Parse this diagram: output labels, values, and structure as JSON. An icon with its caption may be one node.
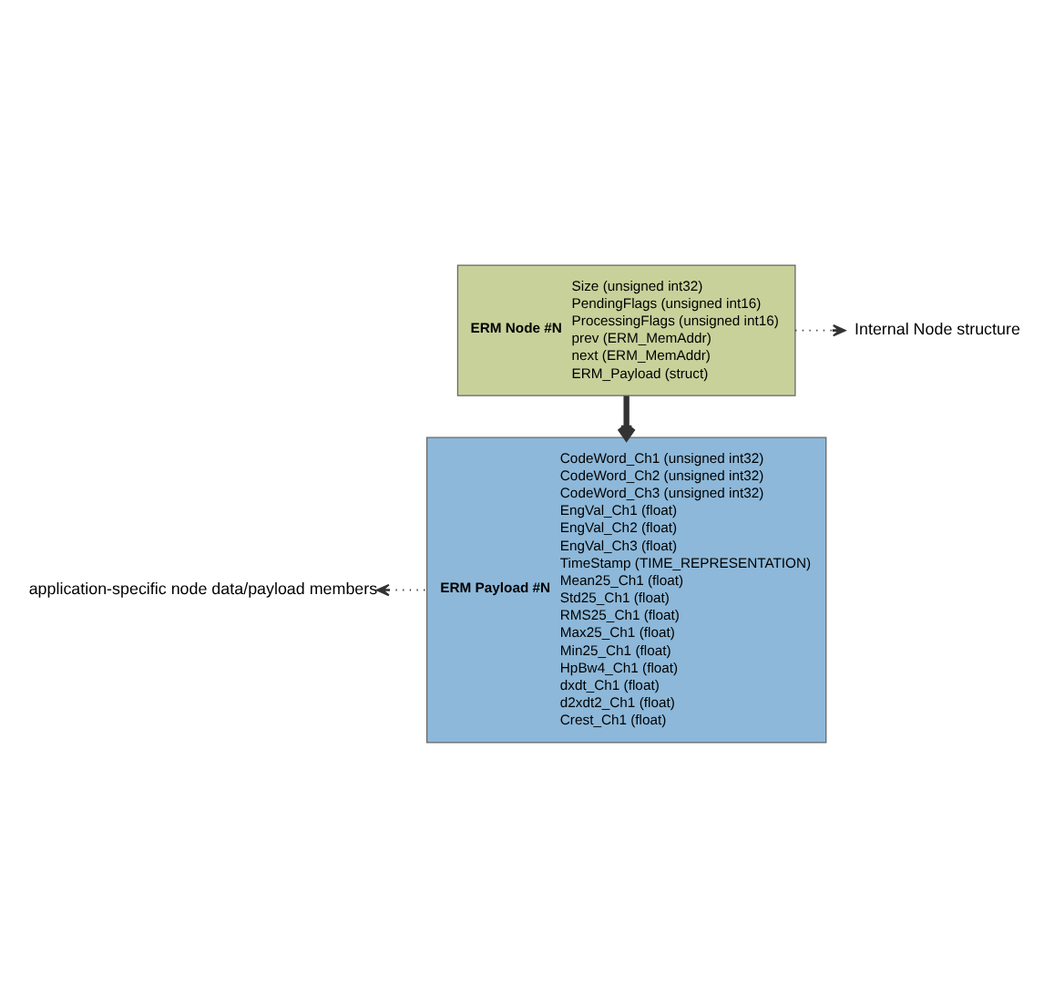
{
  "diagram": {
    "nodes": [
      {
        "text": [
          "ERM Node #N",
          "Size (unsigned int32)",
          "PendingFlags (unsigned int16)",
          "ProcessingFlags (unsigned int16)",
          "prev (ERM_MemAddr)",
          "next (ERM_MemAddr)",
          "ERM_Payload (struct)"
        ]
      },
      {
        "text": [
          "Internal Node structure"
        ]
      },
      {
        "text": [
          "ERM Payload #N",
          "CodeWord_Ch1 (unsigned int32)",
          "CodeWord_Ch2 (unsigned int32)",
          "CodeWord_Ch3 (unsigned int32)",
          "EngVal_Ch1 (float)",
          "EngVal_Ch2 (float)",
          "EngVal_Ch3 (float)",
          "TimeStamp (TIME_REPRESENTATION)",
          "Mean25_Ch1 (float)",
          "Std25_Ch1 (float)",
          "RMS25_Ch1 (float)",
          "Max25_Ch1 (float)",
          "Min25_Ch1 (float)",
          "HpBw4_Ch1 (float)",
          "dxdt_Ch1 (float)",
          "d2xdt2_Ch1 (float)",
          "Crest_Ch1 (float)"
        ]
      },
      {
        "text": [
          "application-specific node data/payload members"
        ]
      }
    ],
    "edges": [
      {
        "from": 0,
        "to": 1,
        "arrow": "to",
        "style": "dashed"
      },
      {
        "from": 0,
        "to": 2,
        "arrow": "to",
        "style": "thick"
      },
      {
        "from": 2,
        "to": 3,
        "arrow": "to",
        "style": "dashed"
      }
    ]
  }
}
